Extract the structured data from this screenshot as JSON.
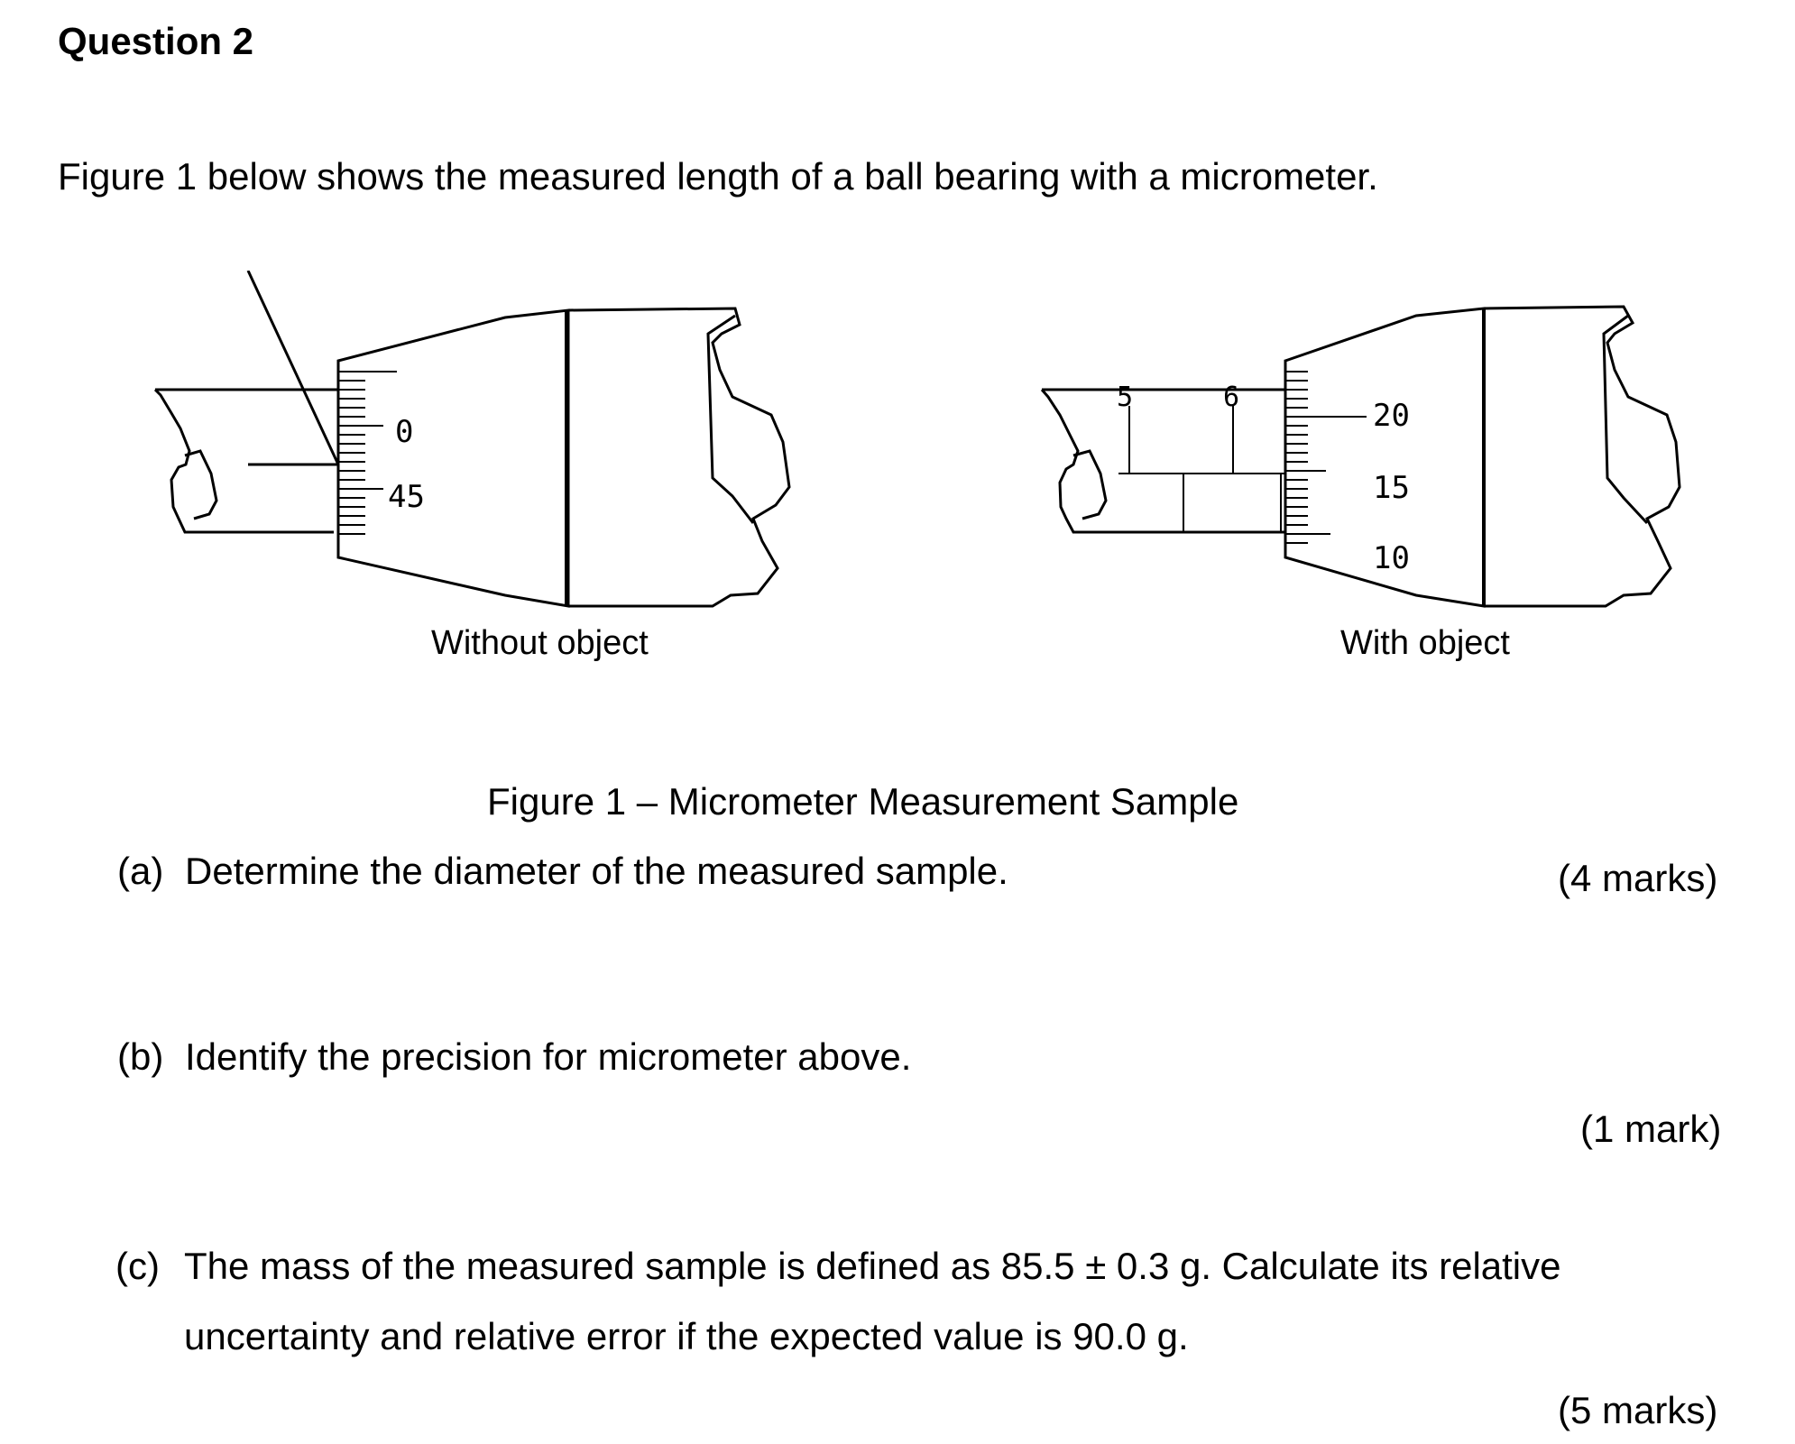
{
  "question": {
    "title": "Question 2"
  },
  "intro": "Figure 1 below shows the measured length of a ball bearing with a micrometer.",
  "figure": {
    "left": {
      "caption": "Without object",
      "thimble_labels": [
        "0",
        "45"
      ]
    },
    "right": {
      "caption": "With object",
      "sleeve_labels": [
        "5",
        "6"
      ],
      "thimble_labels": [
        "20",
        "15",
        "10"
      ]
    },
    "caption": "Figure 1 – Micrometer Measurement Sample"
  },
  "parts": [
    {
      "label": "(a)",
      "text": "Determine the diameter of the measured sample.",
      "marks": "(4 marks)"
    },
    {
      "label": "(b)",
      "text": "Identify the precision for micrometer above.",
      "marks": "(1 mark)"
    },
    {
      "label": "(c)",
      "text_line1": "The mass of the measured sample is defined as 85.5 ± 0.3 g. Calculate its relative",
      "text_line2": "uncertainty and relative error if the expected value is 90.0 g.",
      "marks": "(5 marks)"
    }
  ]
}
